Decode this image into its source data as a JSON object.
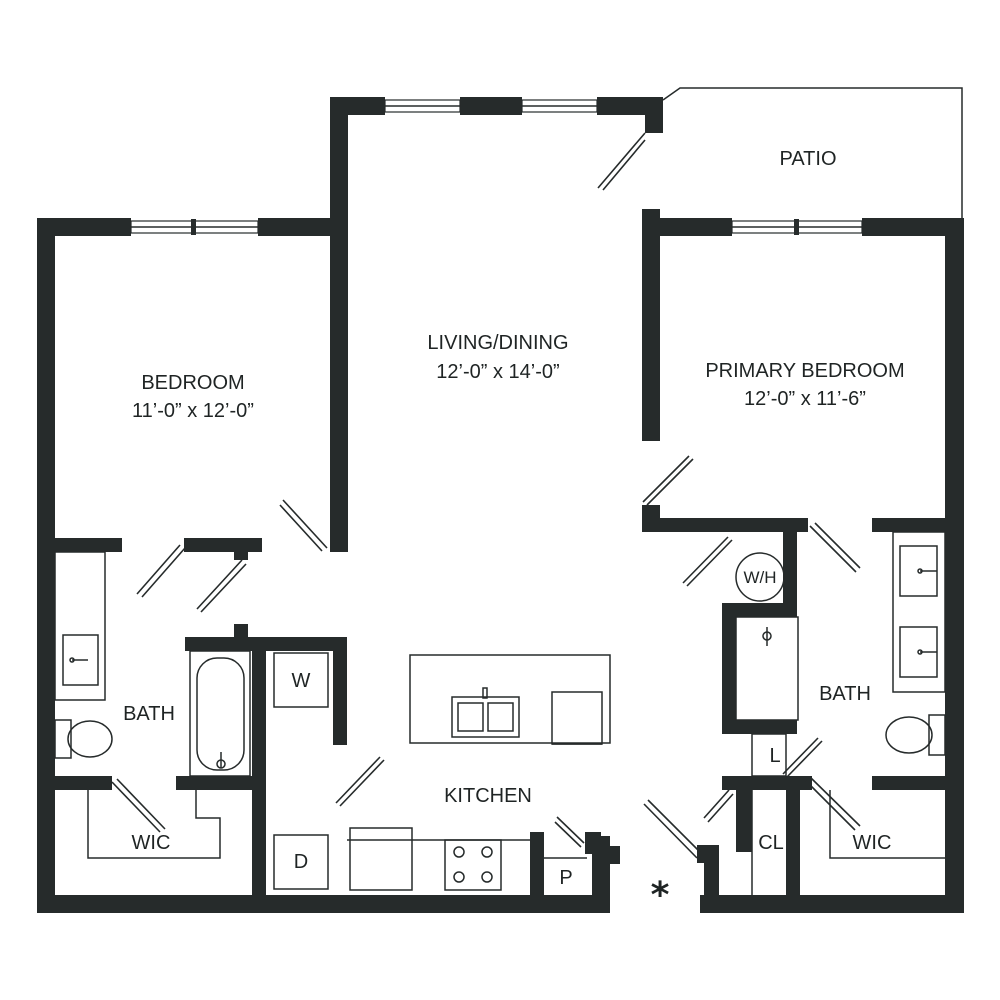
{
  "rooms": {
    "patio": "PATIO",
    "living_name": "LIVING/DINING",
    "living_size": "12’-0” x 14’-0”",
    "bedroom_name": "BEDROOM",
    "bedroom_size": "11’-0” x 12’-0”",
    "primary_name": "PRIMARY BEDROOM",
    "primary_size": "12’-0” x 11’-6”",
    "bath_left": "BATH",
    "bath_right": "BATH",
    "wic_left": "WIC",
    "wic_right": "WIC",
    "kitchen": "KITCHEN",
    "washer": "W",
    "dryer": "D",
    "pantry": "P",
    "water_heater": "W/H",
    "linen": "L",
    "closet": "CL"
  },
  "marker": "*",
  "colors": {
    "wall": "#262b2b",
    "background": "#ffffff"
  }
}
